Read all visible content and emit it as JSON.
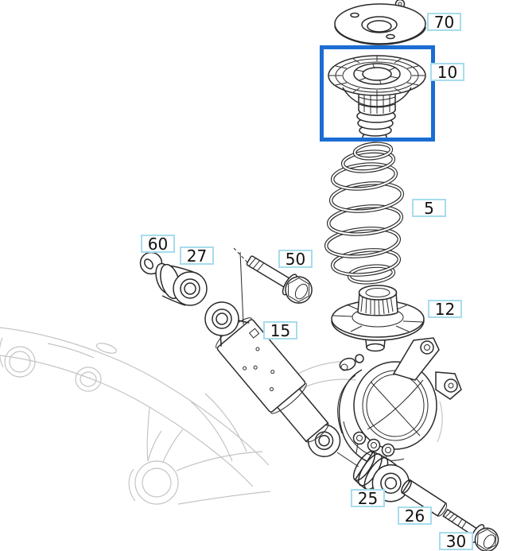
{
  "diagram": {
    "kind": "exploded-parts-diagram"
  },
  "selection": {
    "selected_part": "10"
  },
  "parts": [
    {
      "id": "70",
      "label": "70",
      "name": "upper-seat-plate"
    },
    {
      "id": "10",
      "label": "10",
      "name": "strut-mount-bump-stop",
      "selected": true
    },
    {
      "id": "5",
      "label": "5",
      "name": "coil-spring"
    },
    {
      "id": "60",
      "label": "60",
      "name": "washer"
    },
    {
      "id": "27",
      "label": "27",
      "name": "small-bushing"
    },
    {
      "id": "50",
      "label": "50",
      "name": "mount-bolt"
    },
    {
      "id": "15",
      "label": "15",
      "name": "shock-absorber"
    },
    {
      "id": "12",
      "label": "12",
      "name": "lower-spring-seat"
    },
    {
      "id": "25",
      "label": "25",
      "name": "shock-lower-bushing"
    },
    {
      "id": "26",
      "label": "26",
      "name": "spacer-pin"
    },
    {
      "id": "30",
      "label": "30",
      "name": "lower-bolt"
    }
  ],
  "colors": {
    "highlight_blue": "#1b6dd2",
    "label_border": "#a6dcec",
    "label_text": "#111111",
    "part_line": "#2a2a2a",
    "ghost_line": "#c4c4c4",
    "background": "#ffffff"
  }
}
